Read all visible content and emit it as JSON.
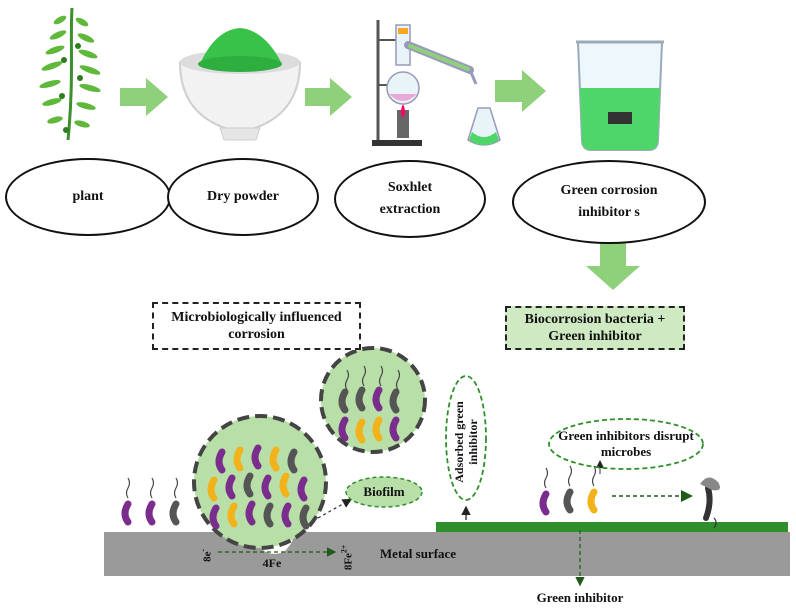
{
  "process": {
    "plant": "plant",
    "dry_powder": "Dry powder",
    "soxhlet_line1": "Soxhlet",
    "soxhlet_line2": "extraction",
    "green_inhibitors_line1": "Green corrosion",
    "green_inhibitors_line2": "inhibitor s"
  },
  "mic_box": {
    "line1": "Microbiologically influenced",
    "line2": "corrosion"
  },
  "bio_box": {
    "line1": "Biocorrosion bacteria +",
    "line2": "Green inhibitor"
  },
  "labels": {
    "biofilm": "Biofilm",
    "adsorbed_line1": "Adsorbed green",
    "adsorbed_line2": "inhibitor",
    "disrupt_line1": "Green inhibitors disrupt",
    "disrupt_line2": "microbes",
    "metal_surface": "Metal surface",
    "green_inhibitor": "Green inhibitor",
    "electrons": "8e",
    "electron_sup": "-",
    "iron": "4Fe",
    "iron_ion": "8Fe",
    "iron_ion_sup": "2+"
  },
  "colors": {
    "arrow_green": "#8fd07a",
    "circle_fill": "#b8dfa8",
    "powder_green": "#39c24a",
    "liquid_green": "#4fd66a",
    "metal_gray": "#9a9a9a",
    "film_green": "#2f8f2a",
    "bacteria_purple": "#7b2d8e",
    "bacteria_yellow": "#f2b21b",
    "bacteria_gray": "#555555"
  }
}
